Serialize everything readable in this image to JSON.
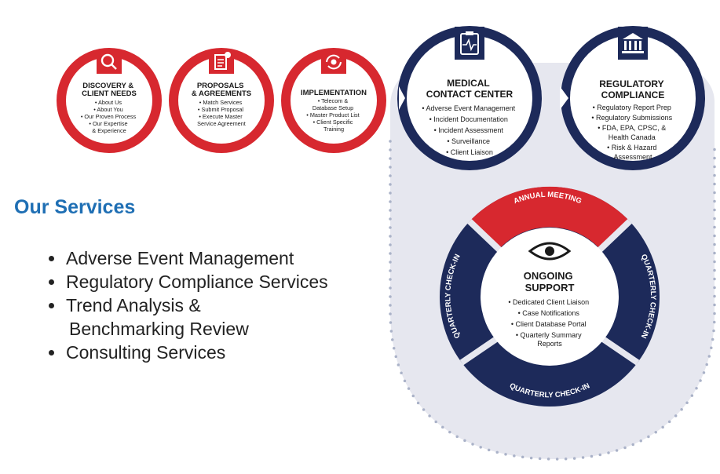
{
  "steps": [
    {
      "title": [
        "DISCOVERY &",
        "CLIENT NEEDS"
      ],
      "items": [
        "• About Us",
        "• About You",
        "• Our Proven Process",
        "• Our Expertise",
        "& Experience"
      ]
    },
    {
      "title": [
        "PROPOSALS",
        "& AGREEMENTS"
      ],
      "items": [
        "• Match Services",
        "• Submit Proposal",
        "• Execute Master",
        "Service Agreement"
      ]
    },
    {
      "title": [
        "IMPLEMENTATION"
      ],
      "items": [
        "• Telecom &",
        "Database Setup",
        "• Master Product List",
        "• Client Specific",
        "Training"
      ]
    },
    {
      "title": [
        "MEDICAL",
        "CONTACT CENTER"
      ],
      "items": [
        "• Adverse Event Management",
        "• Incident Documentation",
        "• Incident Assessment",
        "• Surveillance",
        "• Client Liaison"
      ]
    },
    {
      "title": [
        "REGULATORY",
        "COMPLIANCE"
      ],
      "items": [
        "• Regulatory Report Prep",
        "• Regulatory Submissions",
        "• FDA, EPA, CPSC, &",
        "Health Canada",
        "• Risk & Hazard",
        "Assessment"
      ]
    }
  ],
  "support": {
    "title": [
      "ONGOING",
      "SUPPORT"
    ],
    "items": [
      "• Dedicated Client Liaison",
      "• Case Notifications",
      "• Client Database Portal",
      "• Quarterly Summary",
      "Reports"
    ],
    "arcs": {
      "top": "ANNUAL MEETING",
      "right": "QUARTERLY CHECK-IN",
      "bottom": "QUARTERLY CHECK-IN",
      "left": "QUARTERLY CHECK-IN"
    }
  },
  "services": {
    "title": "Our Services",
    "items": [
      "Adverse Event Management",
      "Regulatory Compliance Services",
      "Trend Analysis &",
      "Consulting Services"
    ],
    "items_cont": [
      "Benchmarking Review"
    ]
  },
  "colors": {
    "red": "#d7282f",
    "navy": "#1d2a5a",
    "panel": "#e6e7ef",
    "blue": "#1f6fb4",
    "dots": "#aab2c8"
  },
  "icons": [
    "magnifier-icon",
    "document-check-icon",
    "gear-cycle-icon",
    "clipboard-pulse-icon",
    "courthouse-icon",
    "eye-icon"
  ]
}
